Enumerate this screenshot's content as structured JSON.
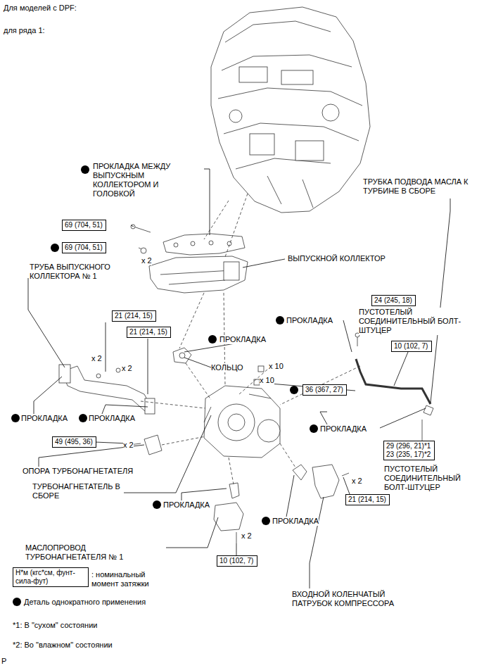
{
  "diagram": {
    "title": "Для моделей с DPF:",
    "nodes": [
      {
        "text": [
          "69 (704, 51)"
        ]
      },
      {
        "text": [
          "69 (704, 51)"
        ]
      },
      {
        "text": [
          "21 (214, 15)"
        ]
      },
      {
        "text": [
          "21 (214, 15)"
        ]
      },
      {
        "text": [
          "24 (245, 18)"
        ]
      },
      {
        "text": [
          "10 (102, 7)"
        ]
      },
      {
        "text": [
          "36 (367, 27)"
        ]
      },
      {
        "text": [
          "49 (495, 36)"
        ]
      },
      {
        "text": [
          "29 (296, 21)*1",
          "23 (235, 17)*2"
        ]
      },
      {
        "text": [
          "21 (214, 15)"
        ]
      },
      {
        "text": [
          "10 (102, 7)"
        ]
      },
      {
        "text": [
          "Н*м (кгс*см, фунт-сила-фут)"
        ]
      }
    ],
    "labels": [
      "для ряда 1:",
      "ПРОКЛАДКА МЕЖДУ ВЫПУСКНЫМ КОЛЛЕКТОРОМ И ГОЛОВКОЙ",
      "ТРУБКА ПОДВОДА МАСЛА К ТУРБИНЕ В СБОРЕ",
      "x 2",
      "ТРУБА ВЫПУСКНОГО КОЛЛЕКТОРА № 1",
      "ВЫПУСКНОЙ КОЛЛЕКТОР",
      "ПРОКЛАДКА",
      "ПУСТОТЕЛЫЙ СОЕДИНИТЕЛЬНЫЙ БОЛТ-ШТУЦЕР",
      "ПРОКЛАДКА",
      "x 2",
      "x 2",
      "КОЛЬЦО",
      "x 10",
      "x 10",
      "ПРОКЛАДКА",
      "ПРОКЛАДКА",
      "ПРОКЛАДКА",
      "x 2",
      "ОПОРА ТУРБОНАГНЕТАТЕЛЯ",
      "ПУСТОТЕЛЫЙ СОЕДИНИТЕЛЬНЫЙ БОЛТ-ШТУЦЕР",
      "ТУРБОНАГНЕТАТЕЛЬ В СБОРЕ",
      "x 2",
      "ПРОКЛАДКА",
      "ПРОКЛАДКА",
      "МАСЛОПРОВОД ТУРБОНАГНЕТАТЕЛЯ № 1",
      "x 2",
      ": номинальный момент затяжки",
      "ВХОДНОЙ КОЛЕНЧАТЫЙ ПАТРУБОК КОМПРЕССОРА",
      "*1: В \"сухом\" состоянии",
      "*2: Во \"влажном\" состоянии",
      "P"
    ],
    "legend": [
      {
        "text": "Деталь однократного применения"
      }
    ]
  }
}
